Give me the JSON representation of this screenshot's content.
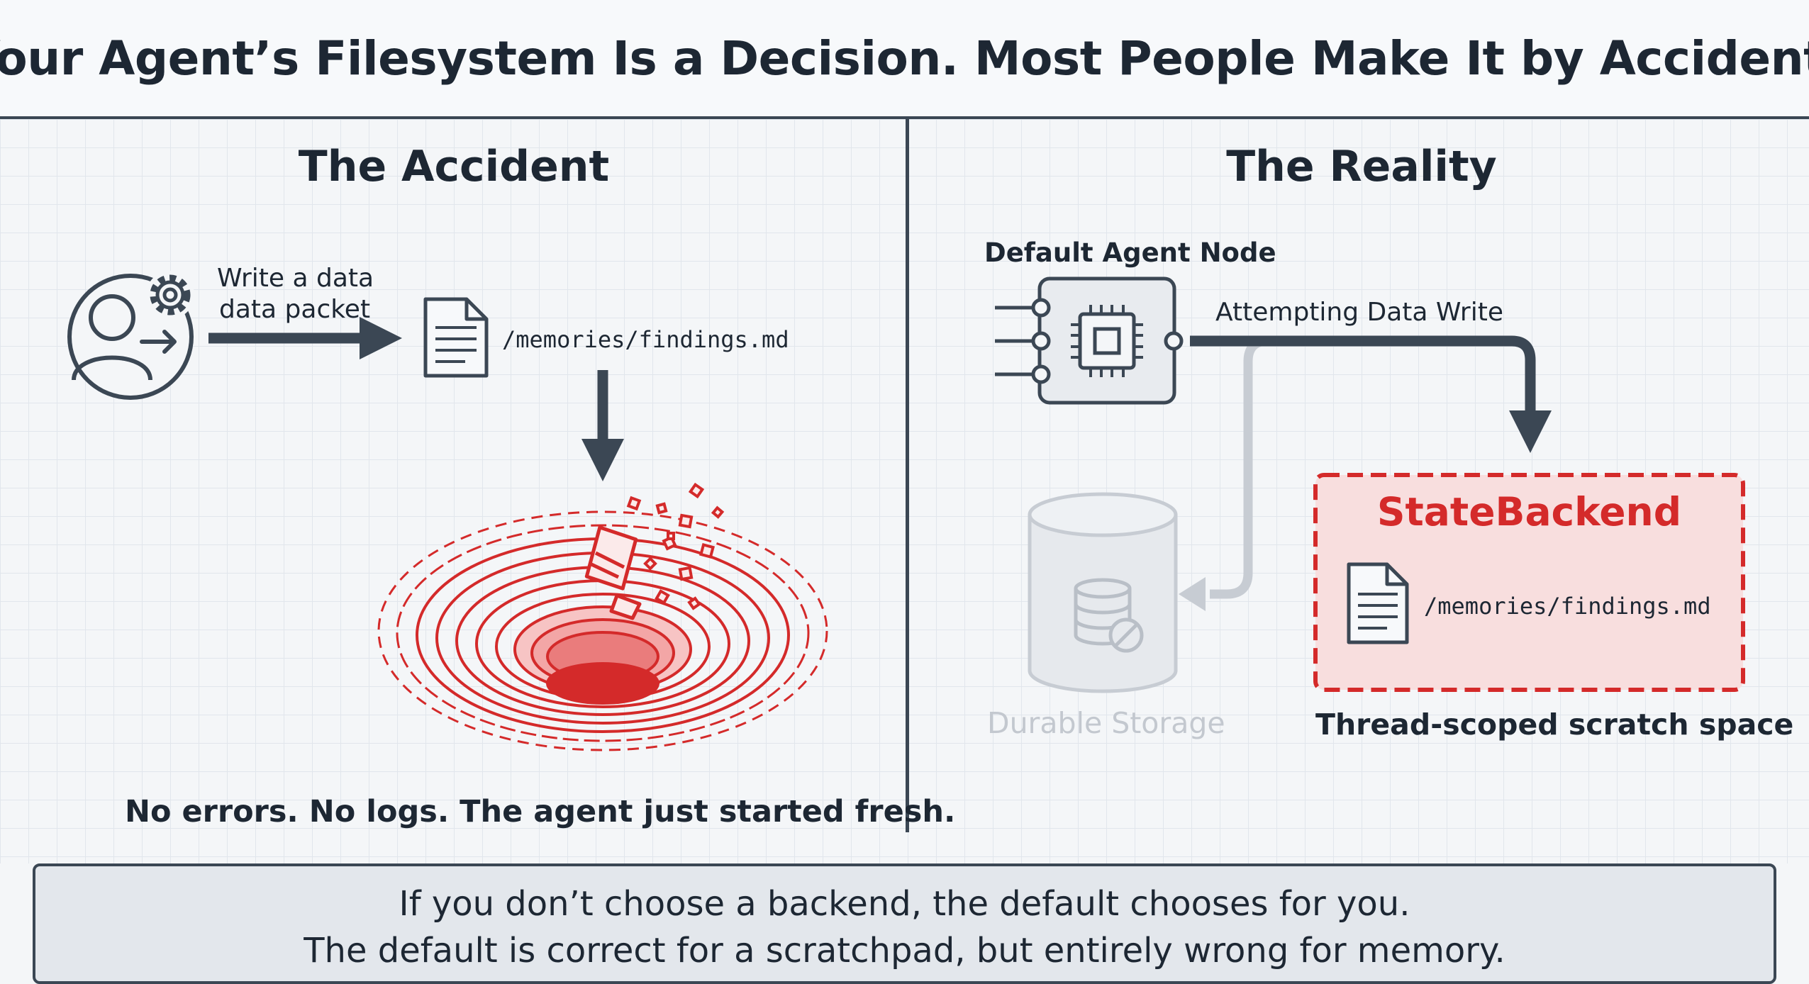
{
  "header": {
    "title": "Your Agent’s Filesystem Is a Decision. Most People Make It by Accident."
  },
  "left_panel": {
    "title": "The Accident",
    "write_label_line1": "Write a data",
    "write_label_line2": "data packet",
    "file_path": "/memories/findings.md",
    "caption": "No errors. No logs. The agent just started fresh."
  },
  "right_panel": {
    "title": "The Reality",
    "node_label": "Default Agent Node",
    "write_label": "Attempting Data Write",
    "storage_label": "Durable Storage",
    "backend_title": "StateBackend",
    "backend_file_path": "/memories/findings.md",
    "backend_caption": "Thread-scoped scratch space"
  },
  "footer": {
    "line1": "If you don’t choose a backend, the default chooses for you.",
    "line2": "The default is correct for a scratchpad, but entirely wrong for memory."
  },
  "colors": {
    "dark": "#3b4754",
    "accent_red": "#d42a2a",
    "faded": "#c7ccd3",
    "backend_fill": "#f8dede"
  }
}
